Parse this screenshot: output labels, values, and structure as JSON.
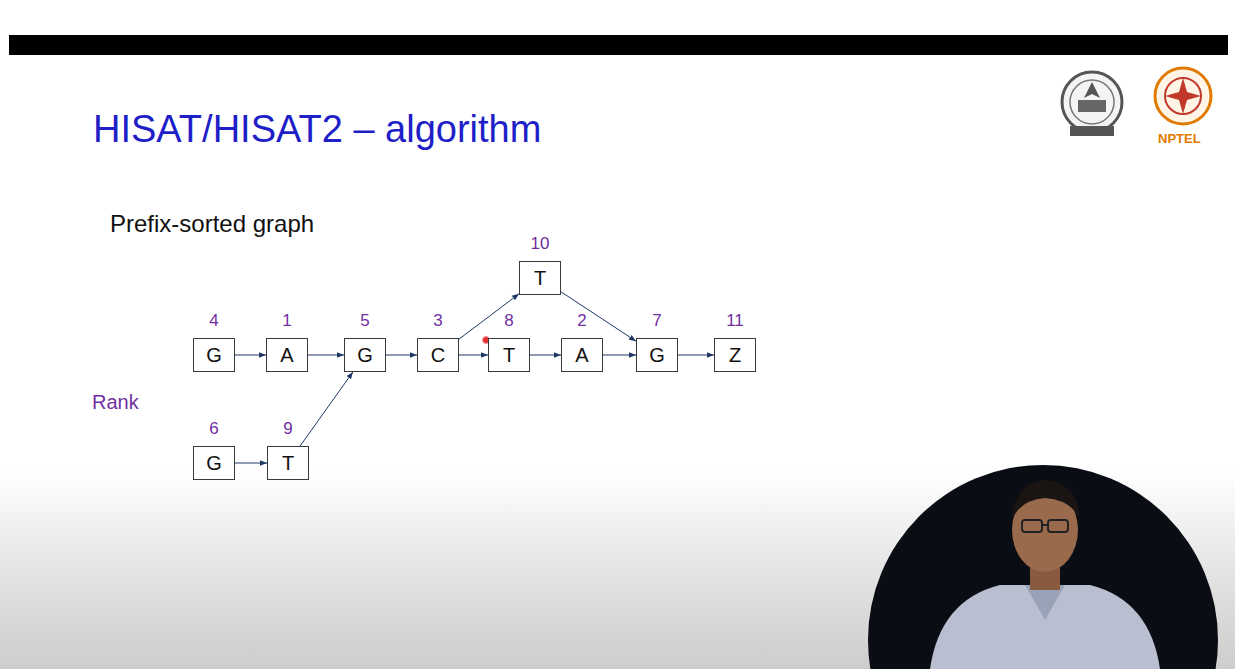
{
  "diagram": {
    "title": "HISAT/HISAT2 – algorithm",
    "nodes": [
      {
        "text": [
          "10",
          "T"
        ]
      },
      {
        "text": [
          "4",
          "G"
        ]
      },
      {
        "text": [
          "1",
          "A"
        ]
      },
      {
        "text": [
          "5",
          "G"
        ]
      },
      {
        "text": [
          "3",
          "C"
        ]
      },
      {
        "text": [
          "8",
          "T"
        ]
      },
      {
        "text": [
          "2",
          "A"
        ]
      },
      {
        "text": [
          "7",
          "G"
        ]
      },
      {
        "text": [
          "11",
          "Z"
        ]
      },
      {
        "text": [
          "6",
          "G"
        ]
      },
      {
        "text": [
          "9",
          "T"
        ]
      }
    ],
    "edges": [
      {
        "from": 1,
        "to": 2,
        "arrow": "to"
      },
      {
        "from": 2,
        "to": 3,
        "arrow": "to"
      },
      {
        "from": 3,
        "to": 4,
        "arrow": "to"
      },
      {
        "from": 4,
        "to": 5,
        "arrow": "to"
      },
      {
        "from": 5,
        "to": 6,
        "arrow": "to"
      },
      {
        "from": 6,
        "to": 7,
        "arrow": "to"
      },
      {
        "from": 7,
        "to": 8,
        "arrow": "to"
      },
      {
        "from": 4,
        "to": 0,
        "arrow": "to"
      },
      {
        "from": 0,
        "to": 7,
        "arrow": "to"
      },
      {
        "from": 9,
        "to": 10,
        "arrow": "to"
      },
      {
        "from": 10,
        "to": 3,
        "arrow": "to"
      }
    ],
    "labels": [
      "Prefix-sorted graph",
      "Rank",
      "NPTEL"
    ]
  }
}
